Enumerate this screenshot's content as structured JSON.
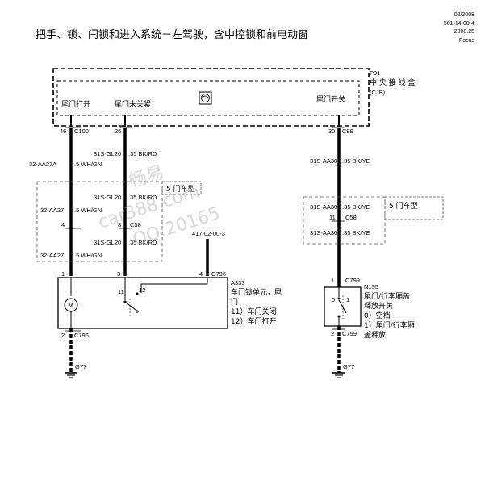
{
  "header": {
    "title": "把手、锁、闩锁和进入系统－左驾驶，含中控锁和前电动窗",
    "date": "02/2008",
    "doc_code": "501-14-00-4",
    "model_year": "2008.25",
    "model": "Focus"
  },
  "cjb": {
    "ref": "P91",
    "name_line1": "中 央 接 线 盒",
    "name_line2": "(CJB)",
    "label_tailgate_open": "尾门打开",
    "label_tailgate_ajar": "尾门未关紧",
    "label_tailgate_switch": "尾门开关"
  },
  "pins": {
    "p46": "46",
    "c100": "C100",
    "p26": "26",
    "p30": "30",
    "c99": "C99",
    "p4a": "4",
    "p8": "8",
    "c58a": "C58",
    "p1a": "1",
    "p3": "3",
    "p4b": "4",
    "c796a": "C796",
    "p11": "11",
    "c58b": "C58",
    "p1b": "1",
    "c799a": "C799",
    "p2a": "2",
    "c796b": "C796",
    "p2b": "2",
    "c799b": "C799",
    "sw11": "11",
    "sw12": "12",
    "sw0": "0",
    "sw1": "1"
  },
  "wires": {
    "w1": "32-AA27A",
    "w1c": ".5 WH/GN",
    "w2": "31S-GL20",
    "w2c": ".35 BK/RD",
    "w3": "32-AA27",
    "w3c": ".5 WH/GN",
    "w4": "31S-GL20",
    "w4c": ".35 BK/RD",
    "w5": "32-AA27",
    "w5c": ".5 WH/GN",
    "w6": "31S-GL20",
    "w6c": ".35 BK/RD",
    "w7": "31S-AA30",
    "w7c": ".35 BK/YE",
    "w8": "31S-AA30",
    "w8c": ".35 BK/YE",
    "w9": "31S-AA30",
    "w9c": ".35 BK/YE",
    "ref417": "417-02-00-3"
  },
  "variants": {
    "five_door_left": "5 门车型",
    "five_door_right": "5 门车型"
  },
  "a333": {
    "ref": "A333",
    "line1": "车门锁单元，尾",
    "line2": "门",
    "line3": "11）车门关闭",
    "line4": "12）车门打开"
  },
  "n155": {
    "ref": "N155",
    "line1": "尾门/行李厢盖",
    "line2": "释放开关",
    "line3": "0）空档",
    "line4": "1）尾门/行李厢",
    "line5": "盖释放"
  },
  "grounds": {
    "g1": "G77",
    "g2": "G77"
  },
  "watermark": {
    "line1": "畅易",
    "line2": "car388.com",
    "line3": "QQ:20165"
  }
}
